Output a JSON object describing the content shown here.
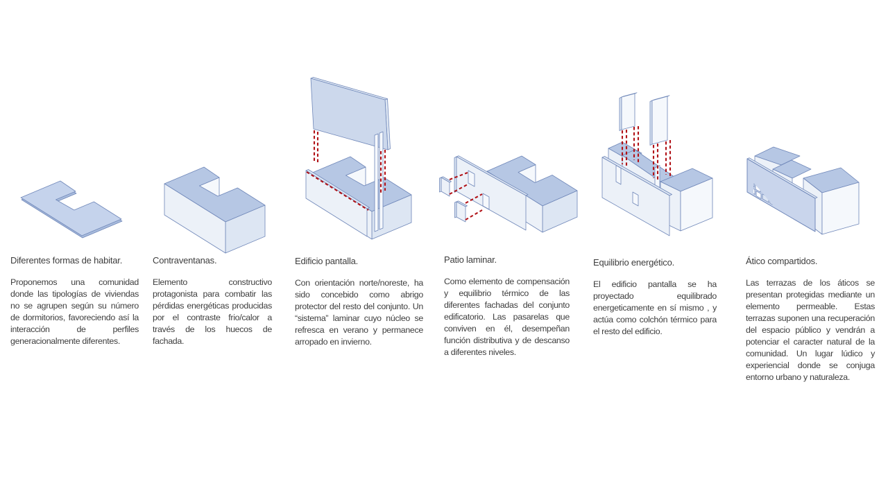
{
  "colors": {
    "background": "#ffffff",
    "text": "#3d3d3d",
    "line": "#6e86b8",
    "red_dashed": "#b11217",
    "top_face": "#b6c7e4",
    "front_face": "#ecf1f8",
    "side_face": "#dde6f3",
    "inner_face": "#f5f8fc",
    "panel_face": "#ccd8ec",
    "plan_face": "#c5d3ec",
    "plan_shadow": "#a9bcdd",
    "texture_base": "#c9d5ec",
    "window_light": "#ffffff",
    "window_shade": "#dbe4f2"
  },
  "panels": [
    {
      "diagram": "flat-c-plan-icon",
      "title": "Diferentes formas de habitar.",
      "body": "Proponemos una comunidad donde las tipologías de viviendas no se agrupen según su número de dormitorios, favoreciendo así la interacción de perfiles generacionalmente diferentes."
    },
    {
      "diagram": "extruded-c-volume-icon",
      "title": "Contraventanas.",
      "body": "Elemento constructivo protagonista para combatir las pérdidas energéticas producidas por el contraste frio/calor a través de los huecos de fachada."
    },
    {
      "diagram": "screen-building-extraction-icon",
      "title": "Edificio pantalla.",
      "body": "Con orientación norte/noreste, ha sido concebido como abrigo protector del resto del conjunto. Un “sistema” laminar cuyo núcleo se refresca en verano y permanece arropado en invierno."
    },
    {
      "diagram": "laminar-patio-extraction-icon",
      "title": "Patio laminar.",
      "body": "Como elemento de compensación y equilibrio térmico de las diferentes fachadas del conjunto edificatorio. Las pasarelas que conviven en él, desempeñan función distributiva y de descanso a diferentes niveles."
    },
    {
      "diagram": "energy-balance-towers-icon",
      "title": "Equilibrio energético.",
      "body": "El edificio pantalla se ha proyectado equilibrado energeticamente en sí mismo , y actúa como colchón térmico para el resto del edificio."
    },
    {
      "diagram": "shared-attic-permeable-icon",
      "title": "Ático compartidos.",
      "body": "Las terrazas de los áticos se presentan protegidas mediante un elemento permeable. Estas terrazas suponen una recuperación del espacio público y vendrán a potenciar el caracter natural de la comunidad. Un lugar lúdico y experiencial donde se conjuga entorno urbano y naturaleza."
    }
  ]
}
